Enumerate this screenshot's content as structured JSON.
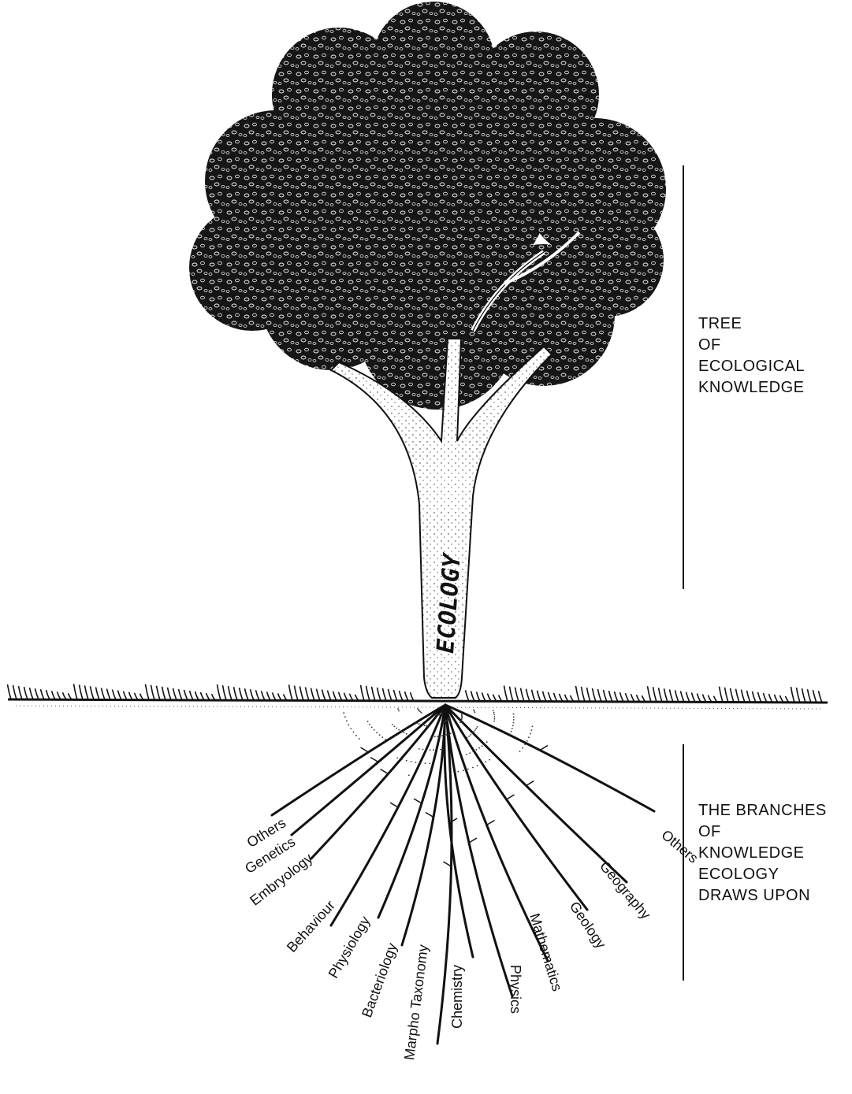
{
  "trunk_label": "ECOLOGY",
  "tree_caption": {
    "lines": [
      "TREE",
      "OF",
      "ECOLOGICAL",
      "KNOWLEDGE"
    ]
  },
  "roots_caption": {
    "lines": [
      "THE BRANCHES",
      "OF",
      "KNOWLEDGE",
      "ECOLOGY",
      "DRAWS UPON"
    ]
  },
  "roots": [
    {
      "label": "Others"
    },
    {
      "label": "Genetics"
    },
    {
      "label": "Embryology"
    },
    {
      "label": "Behaviour"
    },
    {
      "label": "Physiology"
    },
    {
      "label": "Bacteriology"
    },
    {
      "label": "Marpho Taxonomy"
    },
    {
      "label": "Chemistry"
    },
    {
      "label": "Physics"
    },
    {
      "label": "Mathematics"
    },
    {
      "label": "Geology"
    },
    {
      "label": "Geography"
    },
    {
      "label": "Others"
    }
  ]
}
